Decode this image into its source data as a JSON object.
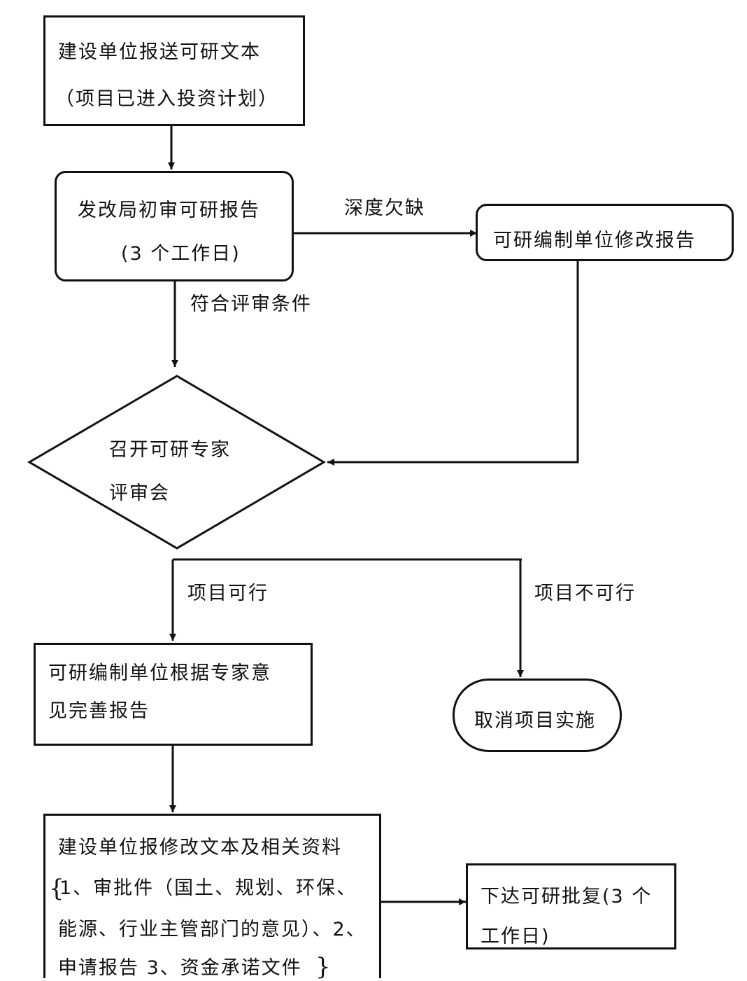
{
  "flowchart": {
    "nodes": {
      "submit": {
        "line1": "建设单位报送可研文本",
        "line2": "（项目已进入投资计划）"
      },
      "initial_review": {
        "line1": "发改局初审可研报告",
        "line2": "(3 个工作日)"
      },
      "revise": {
        "label": "可研编制单位修改报告"
      },
      "expert_meeting": {
        "line1": "召开可研专家",
        "line2": "评审会"
      },
      "perfect_report": {
        "line1": "可研编制单位根据专家意",
        "line2": "见完善报告"
      },
      "cancel": {
        "label": "取消项目实施"
      },
      "resubmit": {
        "line1": "建设单位报修改文本及相关资料",
        "line2": "1、审批件（国土、规划、环保、",
        "line3": "能源、行业主管部门的意见）、2、",
        "line4": "申请报告 3、资金承诺文件"
      },
      "approve": {
        "line1": "下达可研批复(3 个",
        "line2": "工作日)"
      }
    },
    "edges": {
      "insufficient_depth": "深度欠缺",
      "meets_conditions": "符合评审条件",
      "feasible": "项目可行",
      "not_feasible": "项目不可行"
    },
    "braces": {
      "open": "{",
      "close": "}"
    }
  }
}
